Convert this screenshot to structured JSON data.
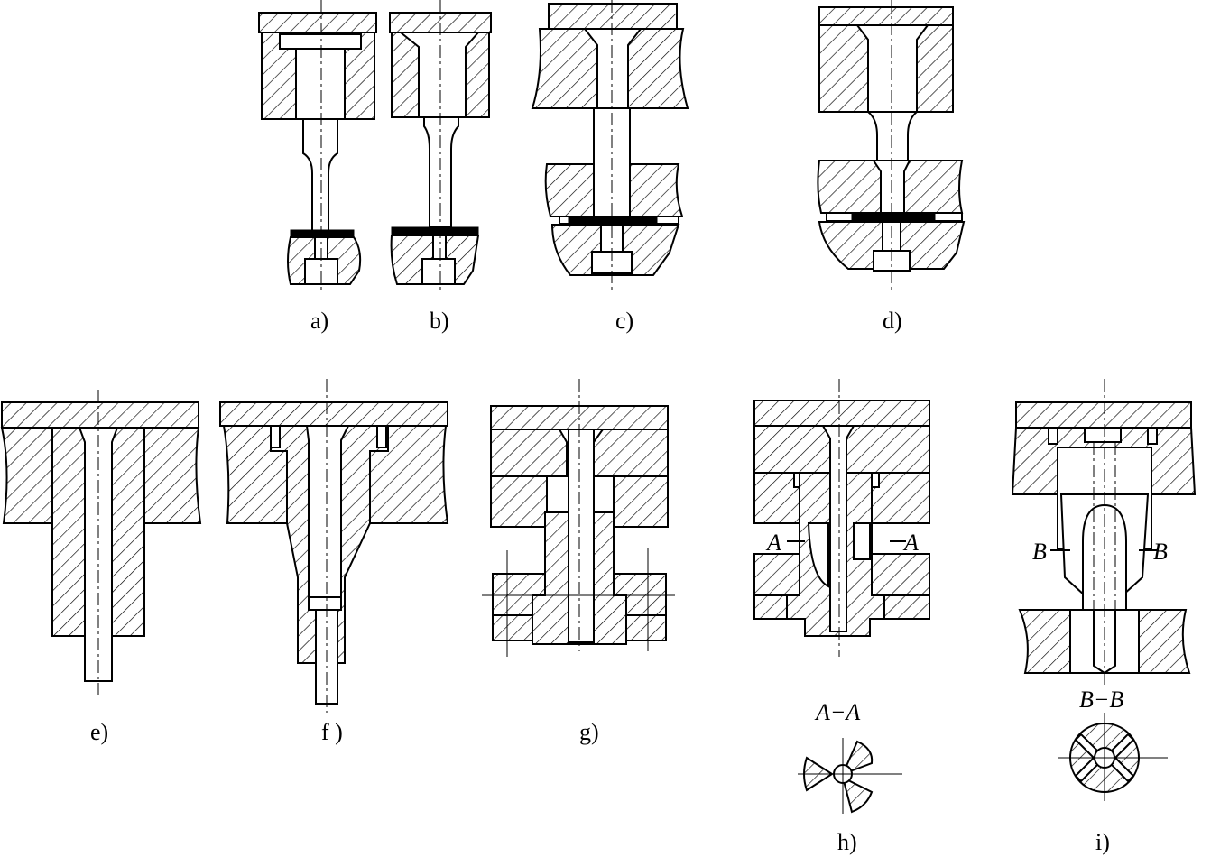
{
  "labels": {
    "a": "a)",
    "b": "b)",
    "c": "c)",
    "d": "d)",
    "e": "e)",
    "f": "f )",
    "g": "g)",
    "h": "h)",
    "i": "i)"
  },
  "section_marks": {
    "a_left": "A",
    "a_right": "A",
    "a_title": "A−A",
    "b_left": "B",
    "b_right": "B",
    "b_title": "B−B"
  }
}
